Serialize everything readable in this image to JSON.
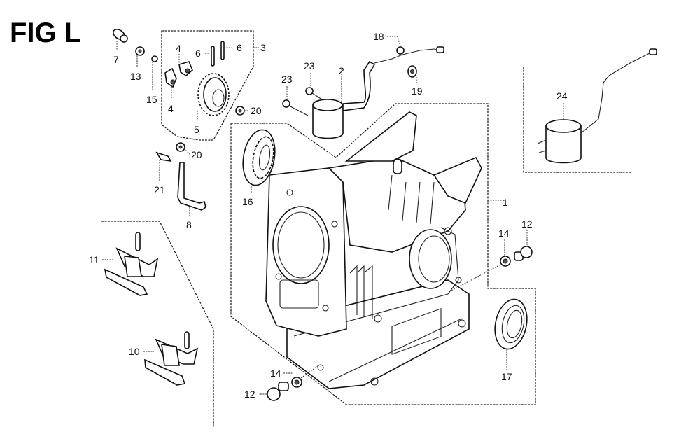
{
  "figure": {
    "title": "FIG L"
  },
  "callouts": [
    {
      "id": "c1",
      "label": "1",
      "part": "crankcase"
    },
    {
      "id": "c2",
      "label": "2",
      "part": "oil-alert-switch"
    },
    {
      "id": "c3",
      "label": "3",
      "part": "governor-assembly"
    },
    {
      "id": "c4a",
      "label": "4",
      "part": "governor-weight-upper"
    },
    {
      "id": "c4b",
      "label": "4",
      "part": "governor-weight-lower"
    },
    {
      "id": "c5",
      "label": "5",
      "part": "governor-gear"
    },
    {
      "id": "c6a",
      "label": "6",
      "part": "pin-left"
    },
    {
      "id": "c6b",
      "label": "6",
      "part": "pin-right"
    },
    {
      "id": "c7",
      "label": "7",
      "part": "governor-slider"
    },
    {
      "id": "c8",
      "label": "8",
      "part": "breather-tube"
    },
    {
      "id": "c10",
      "label": "10",
      "part": "engine-mount-lower"
    },
    {
      "id": "c11",
      "label": "11",
      "part": "engine-mount-upper"
    },
    {
      "id": "c12a",
      "label": "12",
      "part": "drain-bolt-right"
    },
    {
      "id": "c12b",
      "label": "12",
      "part": "drain-bolt-bottom"
    },
    {
      "id": "c13",
      "label": "13",
      "part": "washer"
    },
    {
      "id": "c14a",
      "label": "14",
      "part": "sealing-washer-right"
    },
    {
      "id": "c14b",
      "label": "14",
      "part": "sealing-washer-bottom"
    },
    {
      "id": "c15",
      "label": "15",
      "part": "clip"
    },
    {
      "id": "c16",
      "label": "16",
      "part": "ball-bearing"
    },
    {
      "id": "c17",
      "label": "17",
      "part": "oil-seal"
    },
    {
      "id": "c18",
      "label": "18",
      "part": "wire-clamp"
    },
    {
      "id": "c19",
      "label": "19",
      "part": "grommet"
    },
    {
      "id": "c20a",
      "label": "20",
      "part": "washer-upper"
    },
    {
      "id": "c20b",
      "label": "20",
      "part": "washer-lower"
    },
    {
      "id": "c21",
      "label": "21",
      "part": "tube-clip"
    },
    {
      "id": "c23a",
      "label": "23",
      "part": "bolt-upper"
    },
    {
      "id": "c23b",
      "label": "23",
      "part": "bolt-lower"
    },
    {
      "id": "c24",
      "label": "24",
      "part": "oil-alert-switch-alt"
    }
  ]
}
